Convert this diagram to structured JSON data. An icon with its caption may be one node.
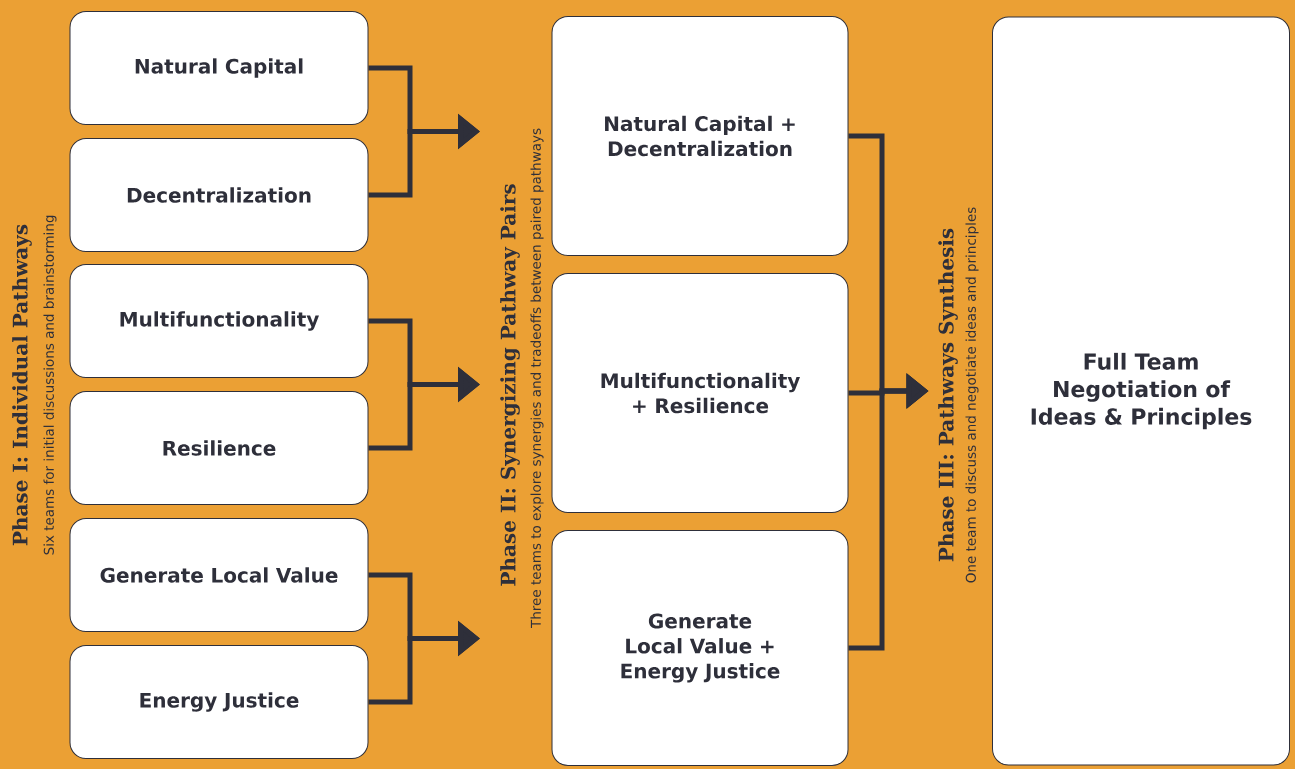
{
  "diagram": {
    "nodes": [
      {
        "text": [
          "Natural Capital"
        ]
      },
      {
        "text": [
          "Decentralization"
        ]
      },
      {
        "text": [
          "Multifunctionality"
        ]
      },
      {
        "text": [
          "Resilience"
        ]
      },
      {
        "text": [
          "Generate Local Value"
        ]
      },
      {
        "text": [
          "Energy Justice"
        ]
      },
      {
        "text": [
          "Natural Capital + Decentralization"
        ]
      },
      {
        "text": [
          "Multifunctionality + Resilience"
        ]
      },
      {
        "text": [
          "Generate Local Value + Energy Justice"
        ]
      },
      {
        "text": [
          "Full Team Negotiation of Ideas & Principles"
        ],
        "beside": [
          "Phase III: Pathways Synthesis",
          "One team to discuss and negotiate ideas and principles"
        ]
      }
    ],
    "edges": [
      {
        "from": 0,
        "to": 6,
        "arrow": "to"
      },
      {
        "from": 1,
        "to": 6,
        "arrow": "to"
      },
      {
        "from": 2,
        "to": 7,
        "arrow": "to"
      },
      {
        "from": 3,
        "to": 7,
        "arrow": "to"
      },
      {
        "from": 4,
        "to": 8,
        "arrow": "to"
      },
      {
        "from": 5,
        "to": 8,
        "arrow": "to"
      },
      {
        "from": 6,
        "to": 9,
        "arrow": "to"
      },
      {
        "from": 7,
        "to": 9,
        "arrow": "to"
      },
      {
        "from": 8,
        "to": 9,
        "arrow": "to"
      }
    ],
    "labels": [
      "Phase I: Individual Pathways",
      "Six teams for initial discussions and brainstorming",
      "Phase II: Synergizing Pathway Pairs",
      "Three teams to explore synergies and tradeoffs between paired pathways"
    ]
  }
}
